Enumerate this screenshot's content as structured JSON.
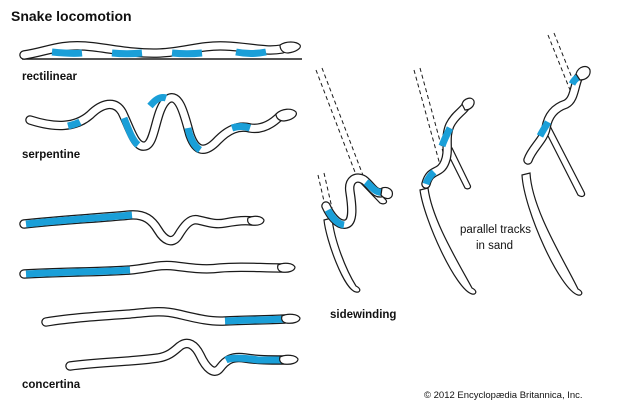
{
  "title": "Snake locomotion",
  "labels": {
    "rectilinear": "rectilinear",
    "serpentine": "serpentine",
    "sidewinding": "sidewinding",
    "concertina": "concertina"
  },
  "note": {
    "line1": "parallel tracks",
    "line2": "in sand"
  },
  "credit": "© 2012 Encyclopædia Britannica, Inc.",
  "colors": {
    "contact": "#1a9fd8",
    "outline": "#1a1a1a",
    "background": "#ffffff"
  },
  "icons": [
    "snake-illustration",
    "snake-head-icon",
    "sand-track-icon"
  ]
}
